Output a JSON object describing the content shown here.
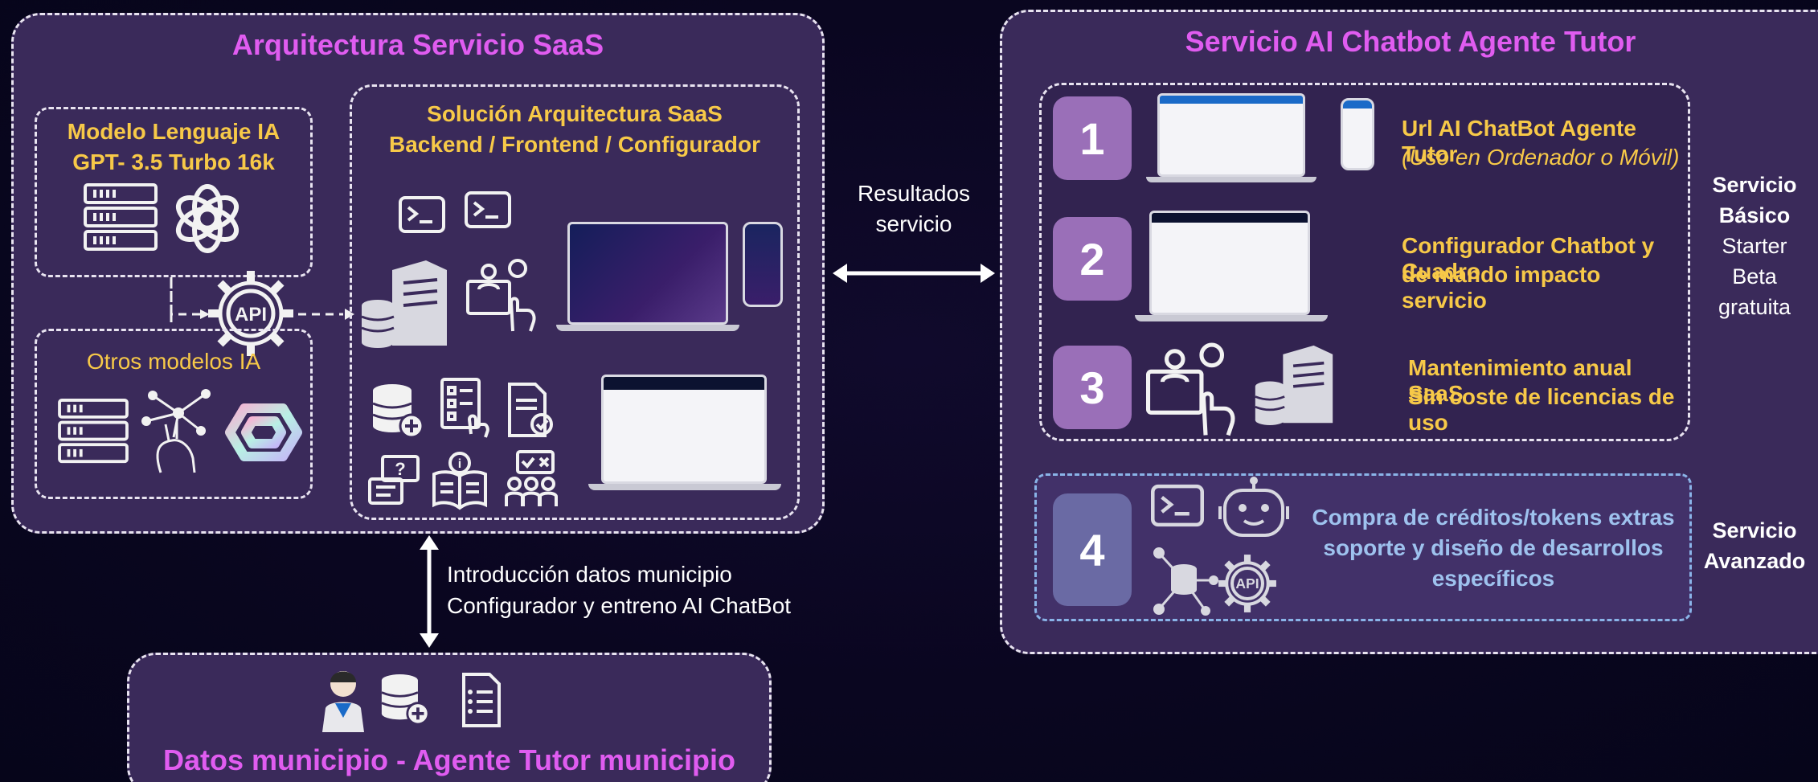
{
  "left_panel": {
    "title": "Arquitectura Servicio SaaS",
    "model_box": {
      "line1": "Modelo Lenguaje IA",
      "line2": "GPT- 3.5 Turbo 16k"
    },
    "other_models_box": {
      "label": "Otros modelos IA"
    },
    "api_label": "API",
    "solution_box": {
      "line1": "Solución Arquitectura SaaS",
      "line2": "Backend / Frontend / Configurador"
    }
  },
  "middle": {
    "results_label_line1": "Resultados",
    "results_label_line2": "servicio",
    "intro_line1": "Introducción datos municipio",
    "intro_line2": "Configurador y entreno AI ChatBot"
  },
  "bottom_panel": {
    "title": "Datos municipio - Agente Tutor municipio"
  },
  "right_panel": {
    "title": "Servicio AI Chatbot Agente Tutor",
    "items": [
      {
        "number": "1",
        "line1": "Url AI ChatBot Agente Tutor",
        "line2": "(Uso en Ordenador o Móvil)"
      },
      {
        "number": "2",
        "line1": "Configurador Chatbot y Cuadro",
        "line2": "de mando impacto servicio"
      },
      {
        "number": "3",
        "line1": "Mantenimiento anual SaaS",
        "line2": "Sin coste de licencias de uso"
      },
      {
        "number": "4",
        "line1": "Compra de créditos/tokens extras",
        "line2": "soporte y diseño de desarrollos",
        "line3": "específicos"
      }
    ],
    "basic_service": {
      "line1": "Servicio",
      "line2": "Básico",
      "line3": "Starter",
      "line4": "Beta",
      "line5": "gratuita"
    },
    "advanced_service": {
      "line1": "Servicio",
      "line2": "Avanzado"
    }
  },
  "colors": {
    "title_magenta": "#e05cf0",
    "text_yellow": "#f7c948",
    "text_blue": "#9ec2ee",
    "panel_fill": "#3a2a5a",
    "number_tile": "#9a6fb8",
    "number_tile_blue": "#6a6aa4"
  },
  "icons": [
    "server-icon",
    "openai-logo-icon",
    "api-gear-icon",
    "neural-network-icon",
    "ai-model-logo-icon",
    "terminal-icon",
    "server-tower-icon",
    "database-icon",
    "touch-dashboard-icon",
    "laptop-screenshot",
    "phone-screenshot",
    "database-add-icon",
    "checklist-icon",
    "document-approved-icon",
    "faq-icon",
    "info-book-icon",
    "team-vote-icon",
    "robot-icon",
    "user-headset-icon",
    "document-list-icon"
  ]
}
